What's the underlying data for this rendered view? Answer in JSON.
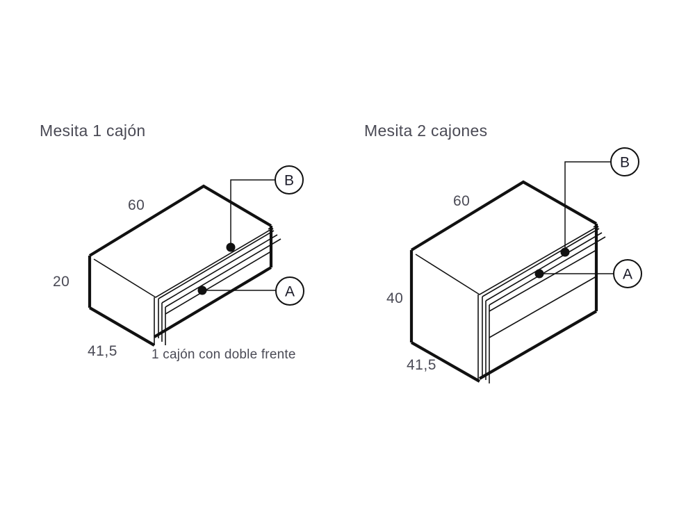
{
  "page": {
    "background_color": "#ffffff",
    "line_color": "#111111",
    "text_color": "#4a4a55"
  },
  "diagrams": [
    {
      "id": "left",
      "title": "Mesita 1 cajón",
      "note": "1 cajón con doble frente",
      "dimensions": {
        "width_label": "60",
        "height_label": "20",
        "depth_label": "41,5"
      },
      "callouts": [
        {
          "letter": "B",
          "target": "drawer-top-edge"
        },
        {
          "letter": "A",
          "target": "drawer-front"
        }
      ]
    },
    {
      "id": "right",
      "title": "Mesita 2 cajones",
      "note": "",
      "dimensions": {
        "width_label": "60",
        "height_label": "40",
        "depth_label": "41,5"
      },
      "callouts": [
        {
          "letter": "B",
          "target": "drawer-top-edge"
        },
        {
          "letter": "A",
          "target": "drawer-front"
        }
      ]
    }
  ]
}
